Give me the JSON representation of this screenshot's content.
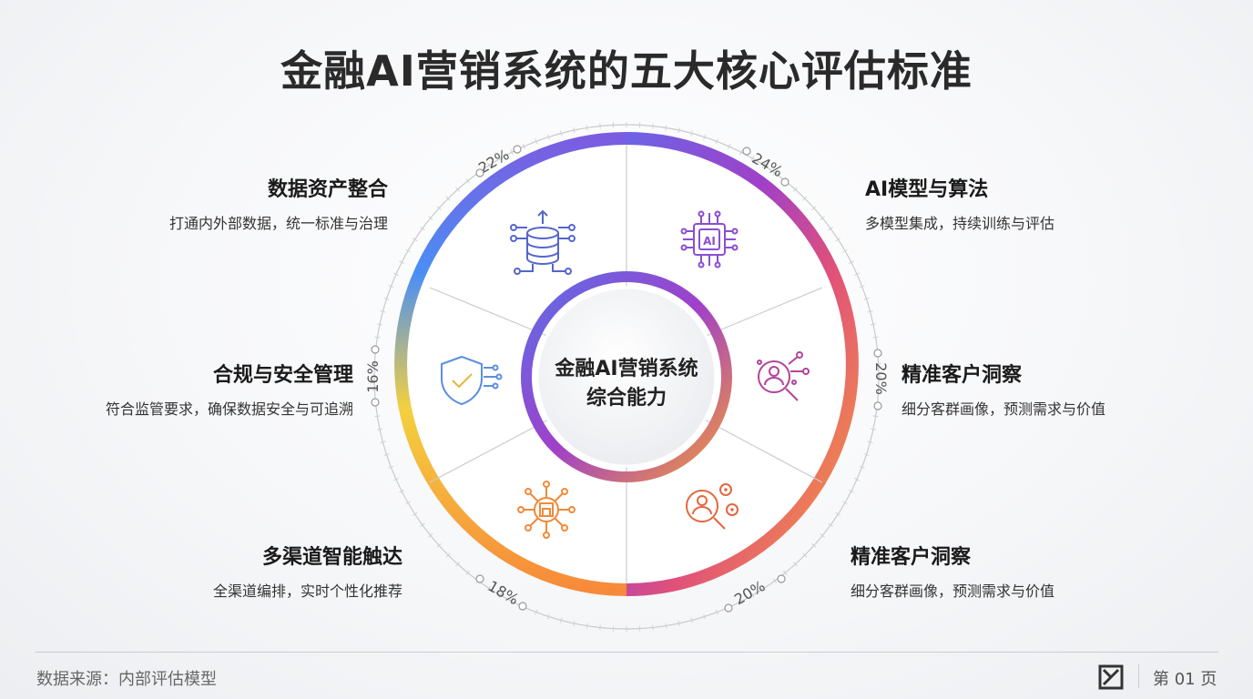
{
  "title": "金融AI营销系统的五大核心评估标准",
  "center": {
    "line1": "金融AI营销系统",
    "line2": "综合能力"
  },
  "segments": [
    {
      "heading": "数据资产整合",
      "desc": "打通内外部数据，统一标准与治理",
      "percent": "22%",
      "icon": "database-icon"
    },
    {
      "heading": "AI模型与算法",
      "desc": "多模型集成，持续训练与评估",
      "percent": "24%",
      "icon": "ai-chip-icon"
    },
    {
      "heading": "精准客户洞察",
      "desc": "细分客群画像，预测需求与价值",
      "percent": "20%",
      "icon": "customer-search-icon"
    },
    {
      "heading": "精准客户洞察",
      "desc": "细分客群画像，预测需求与价值",
      "percent": "20%",
      "icon": "customer-insight-icon"
    },
    {
      "heading": "多渠道智能触达",
      "desc": "全渠道编排，实时个性化推荐",
      "percent": "18%",
      "icon": "channel-network-icon"
    },
    {
      "heading": "合规与安全管理",
      "desc": "符合监管要求，确保数据安全与可追溯",
      "percent": "16%",
      "icon": "shield-check-icon"
    }
  ],
  "footer": {
    "source": "数据来源：内部评估模型",
    "page": "第 01 页"
  },
  "colors": {
    "gradient": [
      "#7b5ce0",
      "#9b3fc0",
      "#d24a8a",
      "#f56a45",
      "#f7a23a",
      "#f4d03f",
      "#56a8f5",
      "#4a7ff0"
    ]
  }
}
